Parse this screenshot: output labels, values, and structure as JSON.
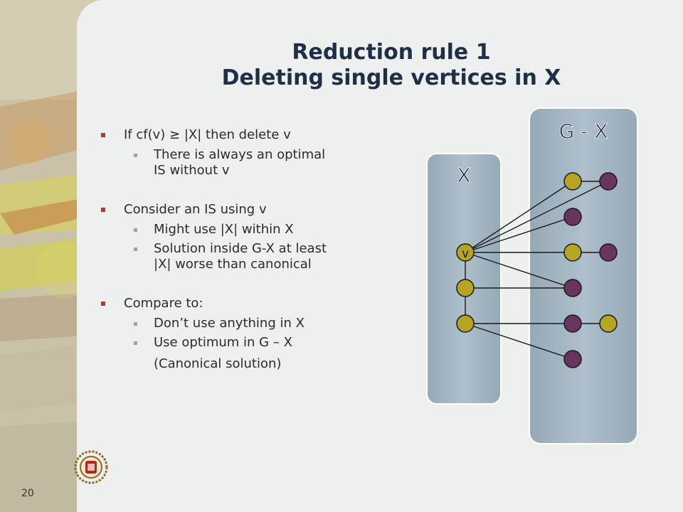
{
  "slide": {
    "title_line1": "Reduction rule 1",
    "title_line2": "Deleting single vertices in X",
    "page_number": "20"
  },
  "bullets": {
    "b1": "If cf(v) ≥ |X| then delete v",
    "b1_sub1_l1": "There is always an optimal",
    "b1_sub1_l2": "IS without v",
    "b2": "Consider an IS using v",
    "b2_sub1": "Might use |X| within X",
    "b2_sub2_l1": "Solution inside G-X at least",
    "b2_sub2_l2": "|X| worse than canonical",
    "b3": "Compare to:",
    "b3_sub1": "Don’t use anything in X",
    "b3_sub2": "Use optimum in G – X",
    "b3_sub3": "(Canonical solution)"
  },
  "diagram": {
    "x_label": "X",
    "gx_label": "G - X",
    "v_label": "v",
    "colors": {
      "yellow_vertex": "#b5a522",
      "purple_vertex": "#6a3461",
      "box_fill": "#a8b8c4",
      "edge": "#1a1a1a"
    }
  }
}
